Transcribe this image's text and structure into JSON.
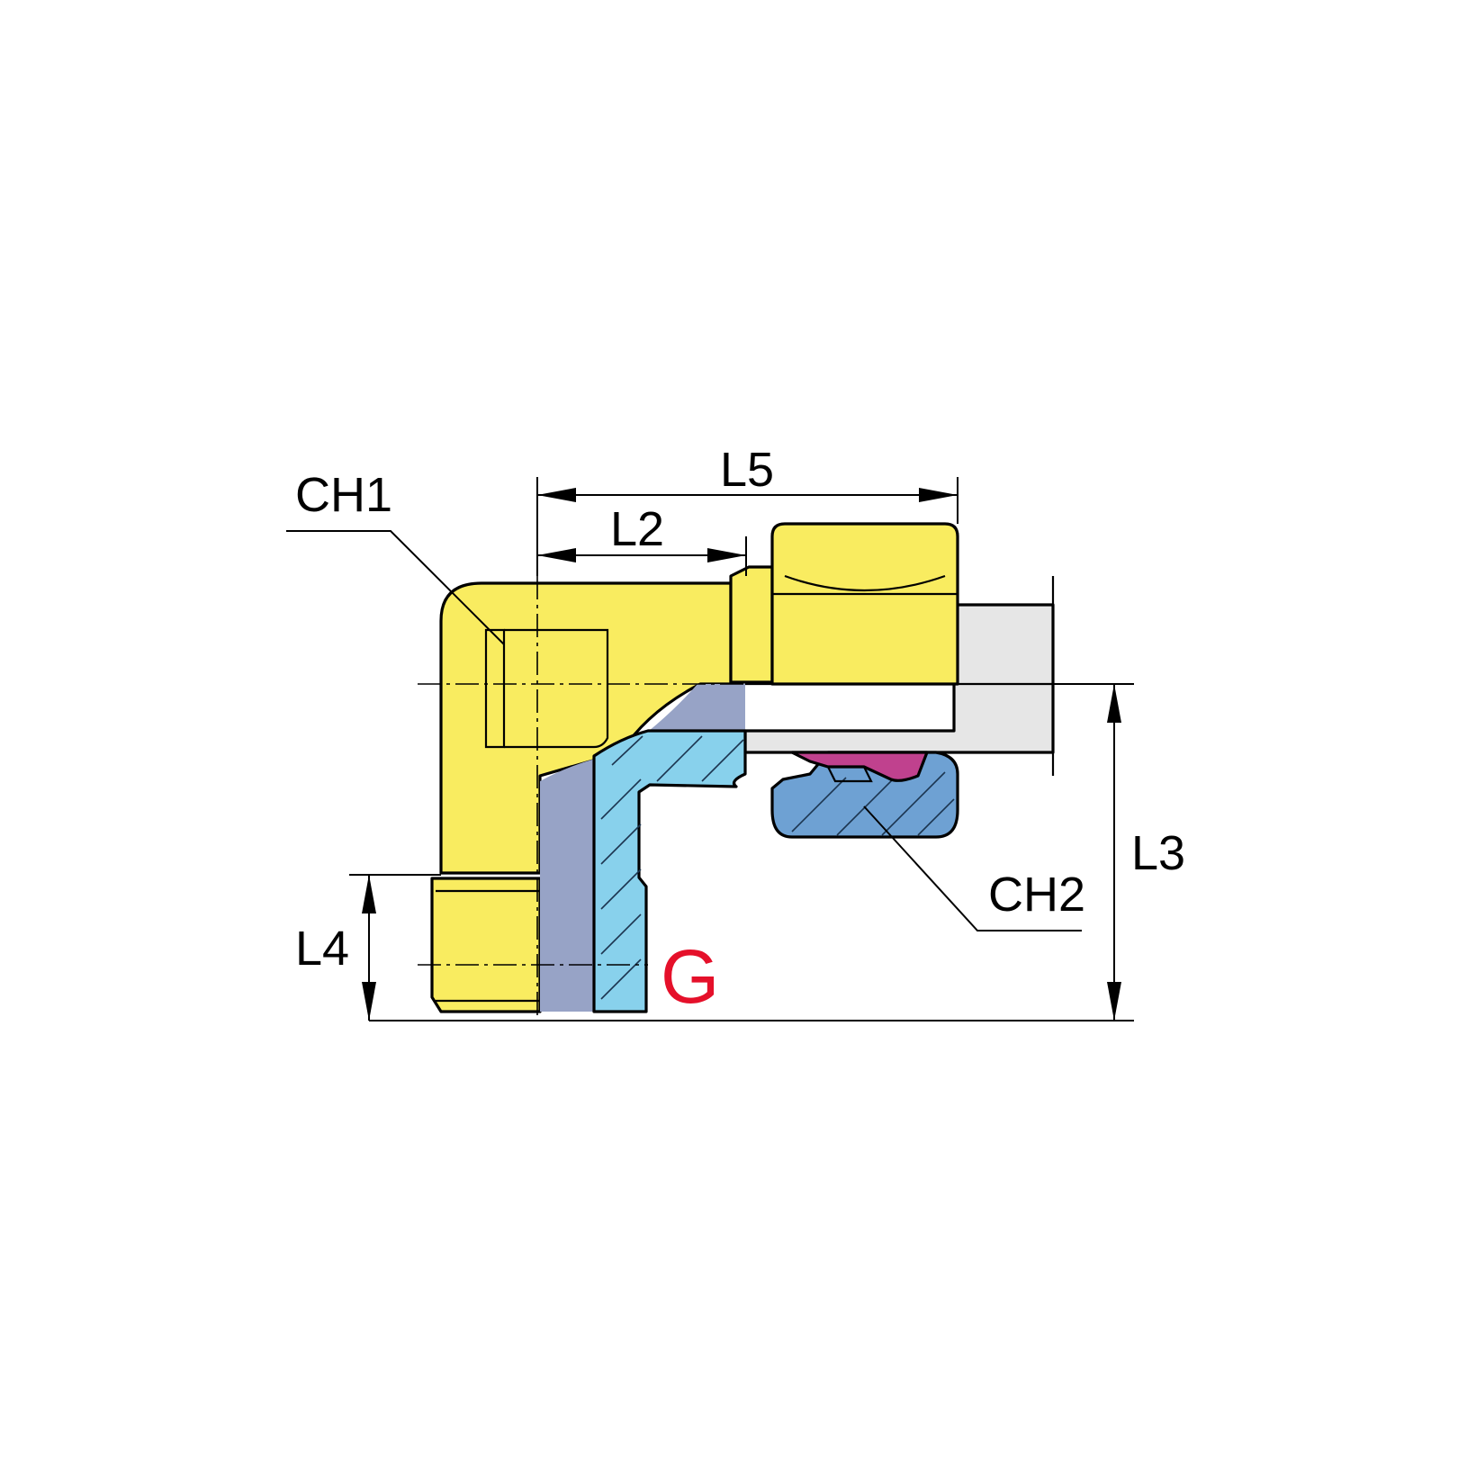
{
  "labels": {
    "ch1": "CH1",
    "ch2": "CH2",
    "l2": "L2",
    "l3": "L3",
    "l4": "L4",
    "l5": "L5",
    "g": "G"
  },
  "colors": {
    "body_yellow": "#f9ec60",
    "section_grey_blue": "#97a3c6",
    "section_light_blue": "#88d1ec",
    "nut_section_blue": "#6ea1d3",
    "tube_grey": "#e6e6e6",
    "ring_magenta": "#c0418e",
    "g_label_red": "#e5102a"
  }
}
